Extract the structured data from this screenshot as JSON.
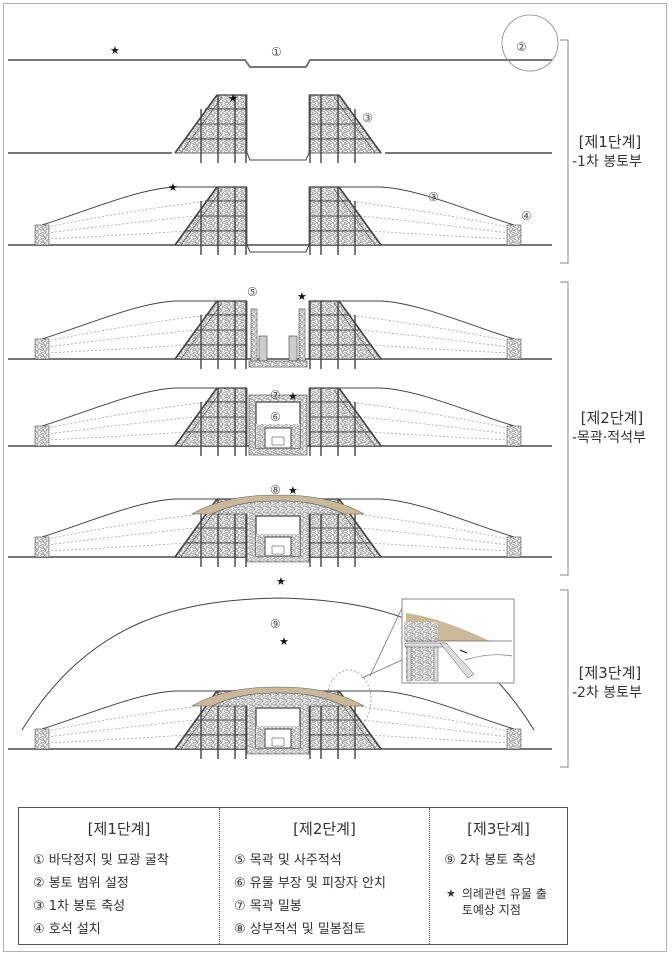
{
  "stages": [
    {
      "title": "[제1단계]",
      "subtitle": "-1차 봉토부"
    },
    {
      "title": "[제2단계]",
      "subtitle": "-목곽·적석부"
    },
    {
      "title": "[제3단계]",
      "subtitle": "-2차 봉토부"
    }
  ],
  "markers": {
    "n1": "①",
    "n2": "②",
    "n3": "③",
    "n4": "④",
    "n5": "⑤",
    "n6": "⑥",
    "n7": "⑦",
    "n8": "⑧",
    "n9": "⑨",
    "star": "★"
  },
  "legend": {
    "col1": {
      "title": "[제1단계]",
      "items": [
        "① 바닥정지 및 묘광 굴착",
        "② 봉토 범위 설정",
        "③ 1차 봉토 축성",
        "④ 호석 설치"
      ]
    },
    "col2": {
      "title": "[제2단계]",
      "items": [
        "⑤ 목곽 및 사주적석",
        "⑥ 유물 부장 및 피장자 안치",
        "⑦ 목곽 밀봉",
        "⑧ 상부적석 및 밀봉점토"
      ]
    },
    "col3": {
      "title": "[제3단계]",
      "items": [
        "⑨ 2차 봉토 축성"
      ],
      "note_icon": "★",
      "note": "의례관련 유물 출토예상 지점"
    }
  },
  "colors": {
    "line": "#444444",
    "ground": "#777777",
    "clay": "#c9b89a",
    "stone": "#e8e8e8",
    "bracket": "#888888"
  }
}
